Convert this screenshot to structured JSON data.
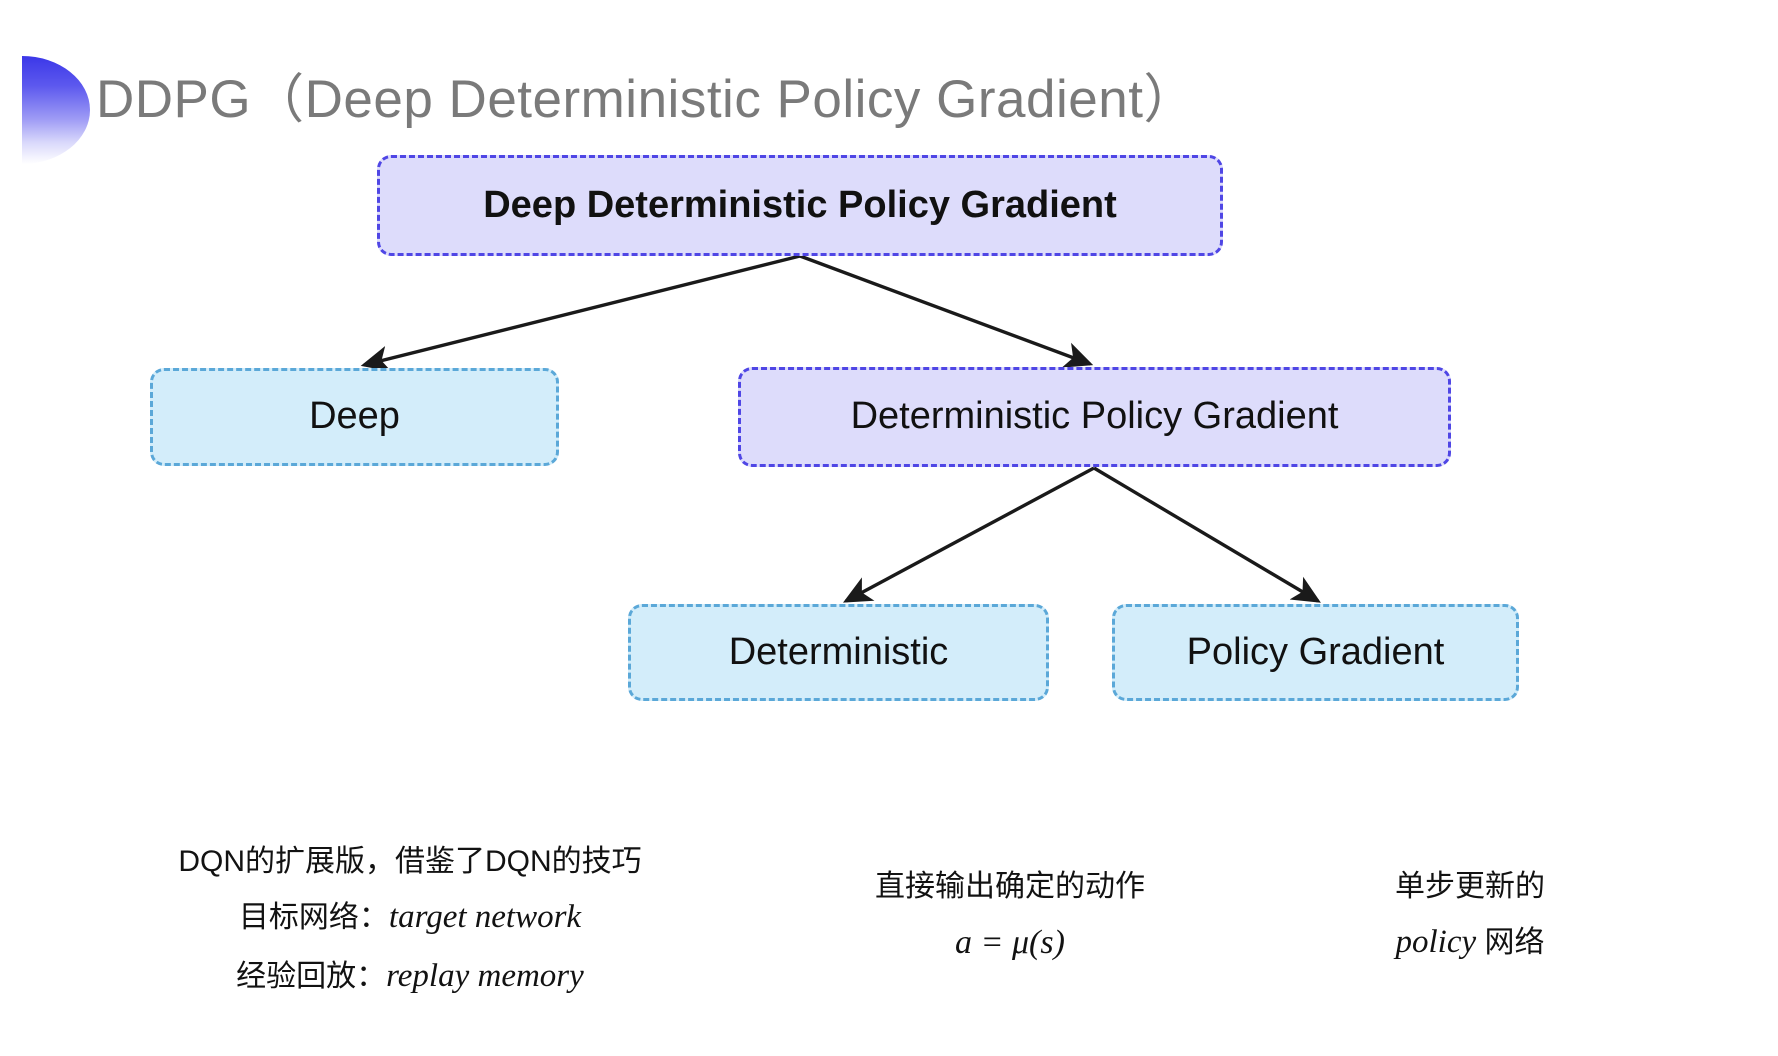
{
  "slide": {
    "title": "DDPG（Deep Deterministic Policy Gradient）",
    "background_color": "#ffffff"
  },
  "colors": {
    "purple_fill": "#dddcfb",
    "purple_border": "#4f46e5",
    "blue_fill": "#d3edfa",
    "blue_border": "#5ba8d8",
    "arrow": "#1a1a1a",
    "title_text": "#7a7a7a",
    "accent_gradient_start": "#3b37e8"
  },
  "diagram": {
    "type": "tree",
    "nodes": {
      "root": {
        "label": "Deep Deterministic Policy Gradient",
        "style": "purple"
      },
      "deep": {
        "label": "Deep",
        "style": "blue"
      },
      "dpg": {
        "label": "Deterministic Policy Gradient",
        "style": "purple"
      },
      "deterministic": {
        "label": "Deterministic",
        "style": "blue"
      },
      "policy_gradient": {
        "label": "Policy Gradient",
        "style": "blue"
      }
    },
    "edges": [
      {
        "from": "root",
        "to": "deep"
      },
      {
        "from": "root",
        "to": "dpg"
      },
      {
        "from": "dpg",
        "to": "deterministic"
      },
      {
        "from": "dpg",
        "to": "policy_gradient"
      }
    ]
  },
  "captions": {
    "left": {
      "line1": "DQN的扩展版，借鉴了DQN的技巧",
      "line2_label": "目标网络：",
      "line2_term": "target network",
      "line3_label": "经验回放：",
      "line3_term": "replay memory"
    },
    "middle": {
      "line1": "直接输出确定的动作",
      "formula": "a = μ(s)"
    },
    "right": {
      "line1": "单步更新的",
      "line2_term": "policy",
      "line2_suffix": " 网络"
    }
  }
}
